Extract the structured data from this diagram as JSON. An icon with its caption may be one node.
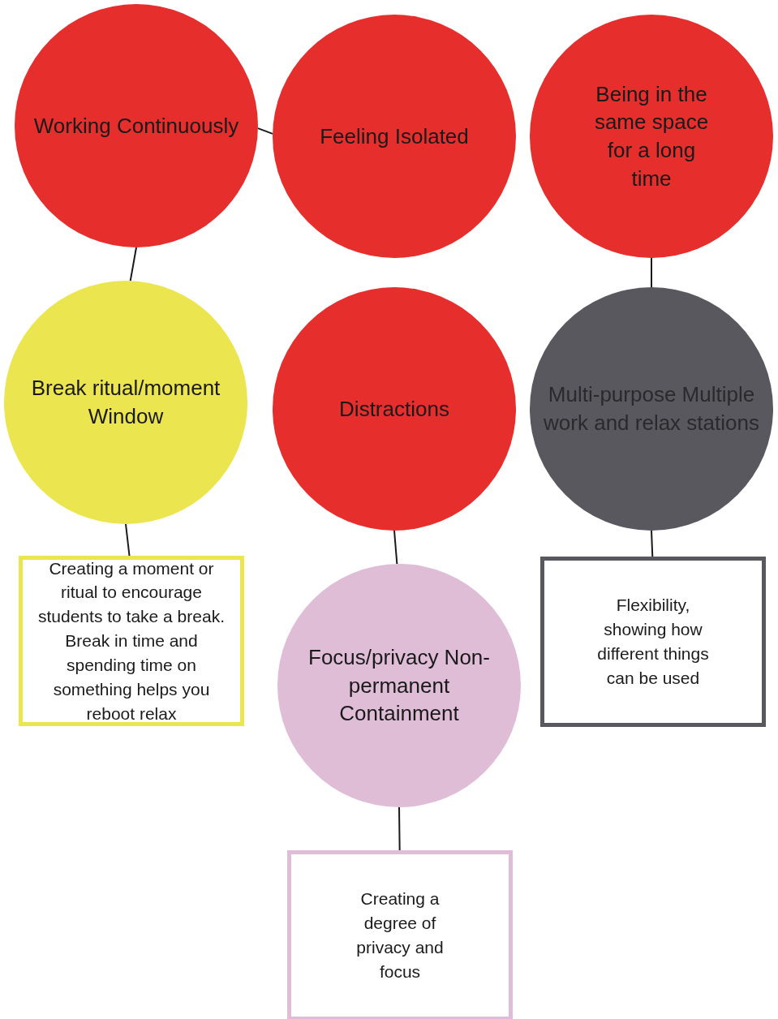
{
  "diagram": {
    "nodes": [
      {
        "text": [
          "Working Continuously"
        ]
      },
      {
        "text": [
          "Feeling Isolated"
        ]
      },
      {
        "text": [
          "Being in the same space for a long time"
        ]
      },
      {
        "text": [
          "Break ritual/moment Window"
        ]
      },
      {
        "text": [
          "Distractions"
        ]
      },
      {
        "text": [
          "Multi-purpose Multiple work and relax stations"
        ]
      },
      {
        "text": [
          "Creating a moment or ritual to encourage students to take a break. Break in time and spending time on something helps you reboot relax"
        ]
      },
      {
        "text": [
          "Focus/privacy Non-permanent Containment"
        ]
      },
      {
        "text": [
          "Flexibility, showing how different things can be used"
        ]
      },
      {
        "text": [
          "Creating a degree of privacy and focus"
        ]
      }
    ],
    "edges": [
      {
        "from": 0,
        "to": 1,
        "arrow": "none"
      },
      {
        "from": 0,
        "to": 3,
        "arrow": "none"
      },
      {
        "from": 2,
        "to": 5,
        "arrow": "none"
      },
      {
        "from": 3,
        "to": 6,
        "arrow": "none"
      },
      {
        "from": 4,
        "to": 7,
        "arrow": "none"
      },
      {
        "from": 5,
        "to": 8,
        "arrow": "none"
      },
      {
        "from": 7,
        "to": 9,
        "arrow": "none"
      }
    ]
  }
}
